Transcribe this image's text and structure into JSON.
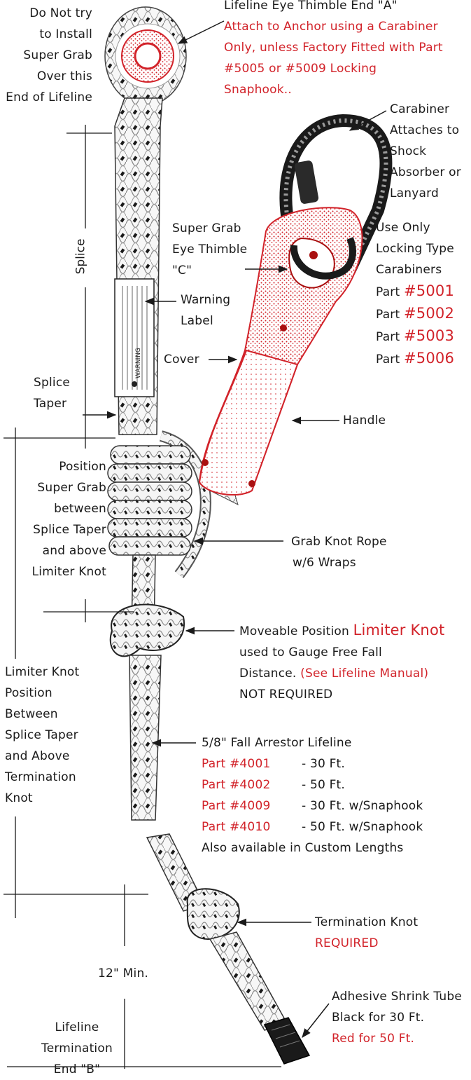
{
  "colors": {
    "accent_red": "#d2232a",
    "ink": "#1a1a1a"
  },
  "icons": {
    "lifeline_rope": "braided-rope-illustration",
    "eye_thimble_a": "red-ring-thimble",
    "carabiner": "locking-carabiner",
    "super_grab": "rope-grab-device"
  },
  "labels": {
    "do_not_install": [
      "Do Not try",
      "to Install",
      "Super Grab",
      "Over this",
      "End of Lifeline"
    ],
    "eye_a_title": "Lifeline Eye Thimble End \"A\"",
    "eye_a_note": [
      "Attach to Anchor using a Carabiner",
      "Only, unless Factory Fitted with Part",
      "#5005 or #5009 Locking",
      "Snaphook.."
    ],
    "carabiner_note": [
      "Carabiner",
      "Attaches to",
      "Shock",
      "Absorber or",
      "Lanyard"
    ],
    "super_grab_eye": [
      "Super Grab",
      "Eye Thimble",
      "\"C\""
    ],
    "use_only": [
      "Use Only",
      "Locking Type",
      "Carabiners"
    ],
    "carabiner_parts": [
      {
        "prefix": "Part ",
        "num": "#5001"
      },
      {
        "prefix": "Part ",
        "num": "#5002"
      },
      {
        "prefix": "Part ",
        "num": "#5003"
      },
      {
        "prefix": "Part ",
        "num": "#5006"
      }
    ],
    "splice": "Splice",
    "warning_label": [
      "Warning",
      "Label"
    ],
    "cover": "Cover",
    "splice_taper": [
      "Splice",
      "Taper"
    ],
    "handle": "Handle",
    "position_super_grab": [
      "Position",
      "Super Grab",
      "between",
      "Splice Taper",
      "and above",
      "Limiter Knot"
    ],
    "grab_knot": [
      "Grab Knot Rope",
      "w/6 Wraps"
    ],
    "limiter_pre": "Moveable Position ",
    "limiter_name": "Limiter Knot",
    "limiter_line2": "used to Gauge Free Fall",
    "limiter_line3_a": "Distance. ",
    "limiter_line3_b": "(See Lifeline Manual)",
    "limiter_line4": "NOT REQUIRED",
    "limiter_position": [
      "Limiter Knot",
      "Position",
      "Between",
      "Splice Taper",
      "and Above",
      "Termination",
      "Knot"
    ],
    "lifeline_title": "5/8\" Fall Arrestor Lifeline",
    "lifeline_parts": [
      {
        "num": "Part #4001",
        "desc": "- 30 Ft."
      },
      {
        "num": "Part #4002",
        "desc": "- 50 Ft."
      },
      {
        "num": "Part #4009",
        "desc": "- 30 Ft. w/Snaphook"
      },
      {
        "num": "Part #4010",
        "desc": "- 50 Ft. w/Snaphook"
      }
    ],
    "custom_lengths": "Also available in Custom Lengths",
    "termination_knot": "Termination Knot",
    "required": "REQUIRED",
    "twelve_min": "12\" Min.",
    "shrink_tube": [
      "Adhesive Shrink Tube",
      "Black for 30 Ft.",
      "Red for 50 Ft."
    ],
    "lifeline_end_b": [
      "Lifeline",
      "Termination",
      "End \"B\""
    ]
  }
}
